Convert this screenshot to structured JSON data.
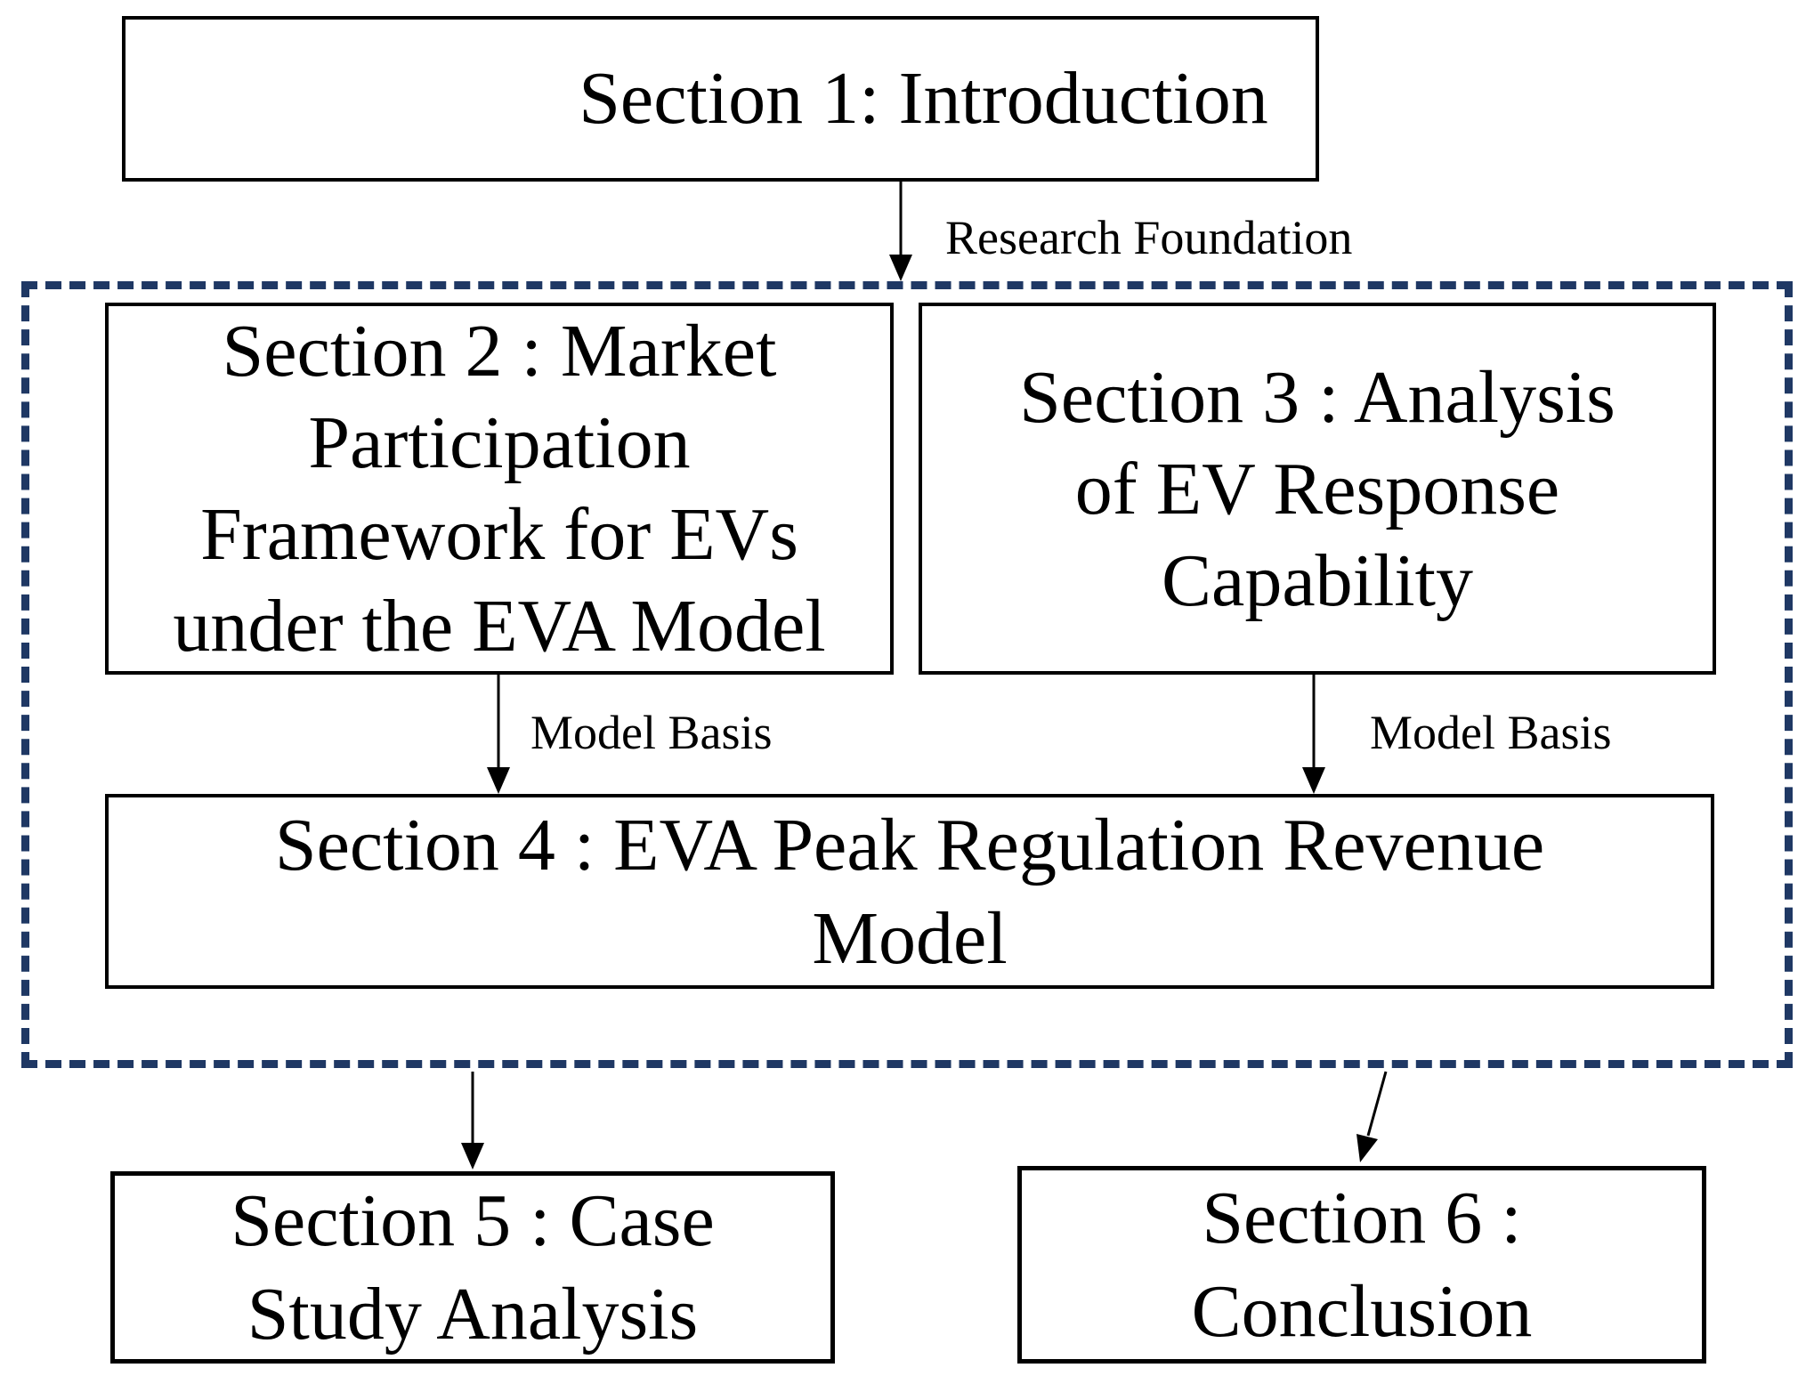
{
  "diagram": {
    "type": "flowchart",
    "background": "#ffffff",
    "colors": {
      "box_border": "#000000",
      "text": "#000000",
      "group_border": "#1f3864",
      "arrow": "#000000"
    },
    "nodes": [
      {
        "id": "section1",
        "lines": [
          "Section 1: Introduction"
        ]
      },
      {
        "id": "section2",
        "lines": [
          "Section 2 : Market",
          "Participation",
          "Framework for EVs",
          "under the EVA Model"
        ]
      },
      {
        "id": "section3",
        "lines": [
          "Section 3 : Analysis",
          "of EV Response",
          "Capability"
        ]
      },
      {
        "id": "section4",
        "lines": [
          "Section 4 : EVA Peak Regulation Revenue",
          "Model"
        ]
      },
      {
        "id": "section5",
        "lines": [
          "Section 5 : Case",
          "Study Analysis"
        ]
      },
      {
        "id": "section6",
        "lines": [
          "Section 6 :",
          "Conclusion"
        ]
      }
    ],
    "group": {
      "id": "core-model-group",
      "contains": [
        "section2",
        "section3",
        "section4"
      ],
      "border_style": "dashed"
    },
    "edges": [
      {
        "from": "section1",
        "to": "core-model-group",
        "label": "Research Foundation"
      },
      {
        "from": "section2",
        "to": "section4",
        "label": "Model Basis"
      },
      {
        "from": "section3",
        "to": "section4",
        "label": "Model Basis"
      },
      {
        "from": "core-model-group",
        "to": "section5",
        "label": ""
      },
      {
        "from": "core-model-group",
        "to": "section6",
        "label": ""
      }
    ]
  }
}
